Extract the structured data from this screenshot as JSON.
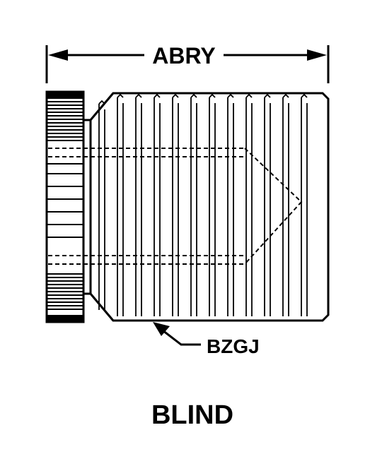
{
  "labels": {
    "dimension": "ABRY",
    "callout": "BZGJ",
    "caption": "BLIND"
  },
  "colors": {
    "ink": "#000000",
    "paper": "#ffffff"
  }
}
